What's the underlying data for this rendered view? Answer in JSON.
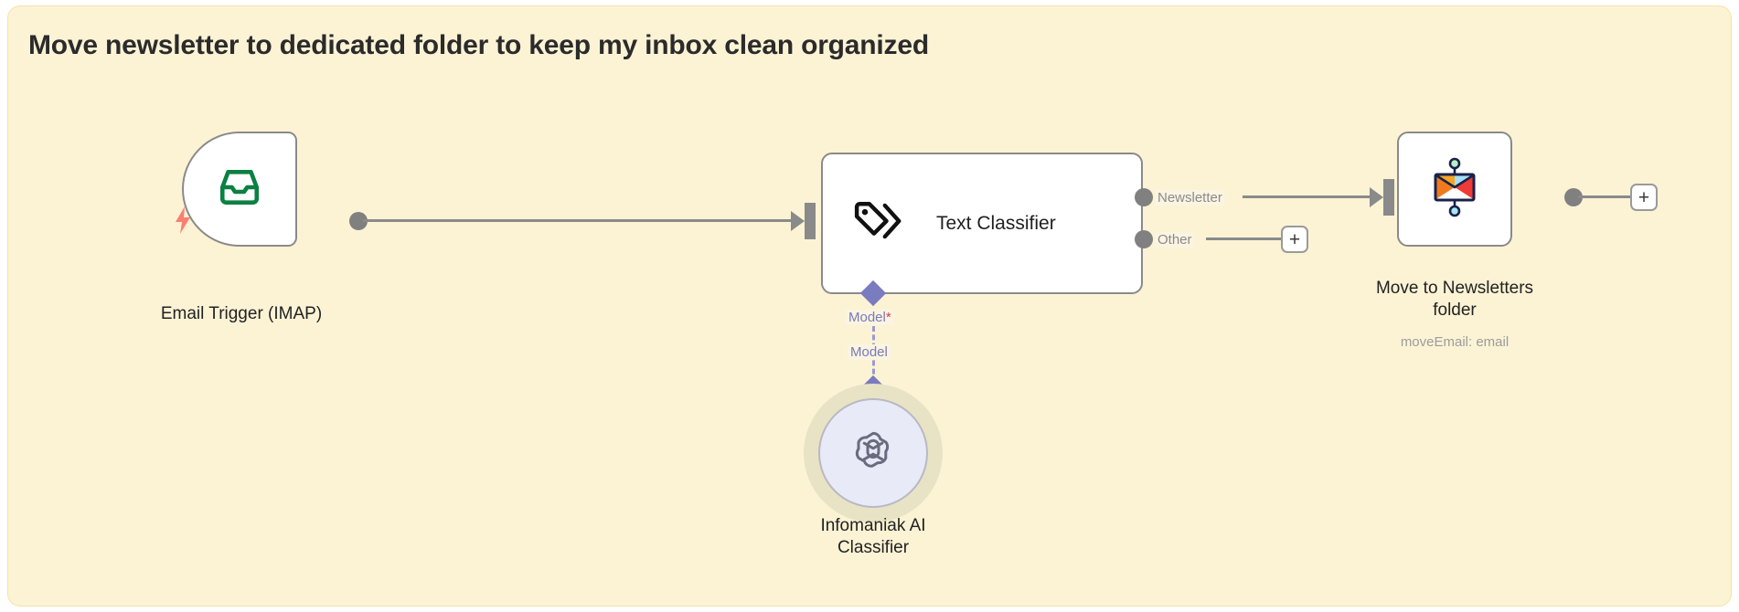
{
  "page": {
    "title": "Move newsletter to dedicated folder to keep my inbox clean organized",
    "canvas_bg": "#FCF3D5",
    "canvas_border": "#F5E3A8"
  },
  "nodes": {
    "trigger": {
      "label": "Email Trigger (IMAP)",
      "icon": "inbox-icon",
      "icon_color": "#0b8043",
      "badge_icon": "lightning-bolt-icon",
      "badge_color": "#FA8072"
    },
    "classifier": {
      "label": "Text Classifier",
      "icon": "tag-chevron-icon",
      "outputs": [
        {
          "label": "Newsletter"
        },
        {
          "label": "Other"
        }
      ],
      "sub_connector": {
        "top_label": "Model",
        "required_marker": "*",
        "bottom_label": "Model",
        "accent": "#7B7BBF"
      }
    },
    "ai_model": {
      "label": "Infomaniak AI\nClassifier",
      "icon": "openai-knot-icon",
      "fill": "#E9EAF7",
      "halo": "#E8E3C5"
    },
    "action": {
      "label": "Move to Newsletters\nfolder",
      "subtitle": "moveEmail: email",
      "icon": "infomaniak-mail-envelope-icon"
    }
  },
  "buttons": {
    "add_other_branch": "+",
    "add_after_action": "+"
  }
}
